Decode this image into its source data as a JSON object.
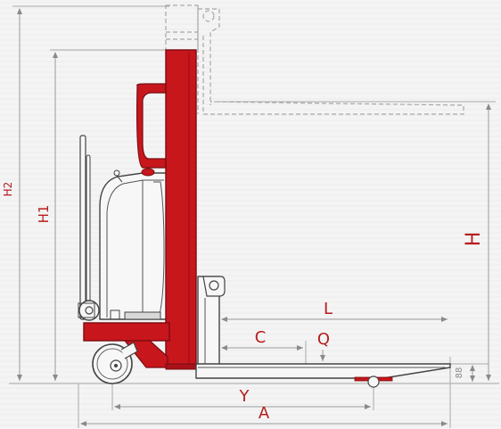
{
  "diagram": {
    "labels": {
      "H2": "H2",
      "H1": "H1",
      "H": "H",
      "L": "L",
      "C": "C",
      "Q": "Q",
      "Y": "Y",
      "A": "A",
      "fork_height": "88"
    },
    "colors": {
      "frame_red": "#c8161d",
      "dimension_text": "#b71c1c",
      "background": "#f3f3f3"
    }
  }
}
